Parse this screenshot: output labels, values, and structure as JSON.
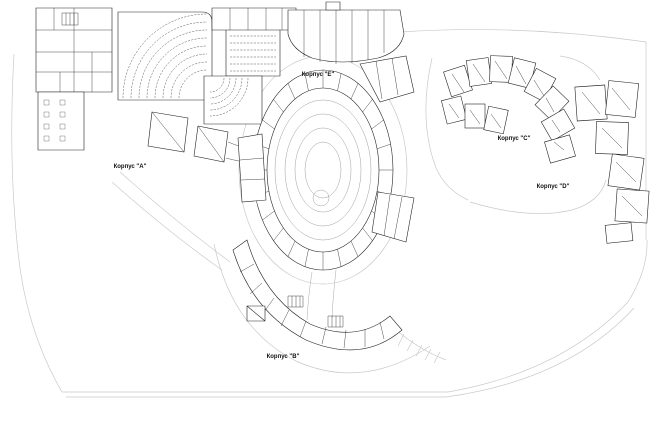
{
  "plan": {
    "labels": {
      "block_a": "Корпус \"A\"",
      "block_b": "Корпус \"B\"",
      "block_c": "Корпус \"C\"",
      "block_d": "Корпус \"D\"",
      "block_e": "Корпус \"E\""
    },
    "colors": {
      "building_line": "#222222",
      "site_line": "#c9c9c9",
      "background": "#ffffff"
    }
  }
}
